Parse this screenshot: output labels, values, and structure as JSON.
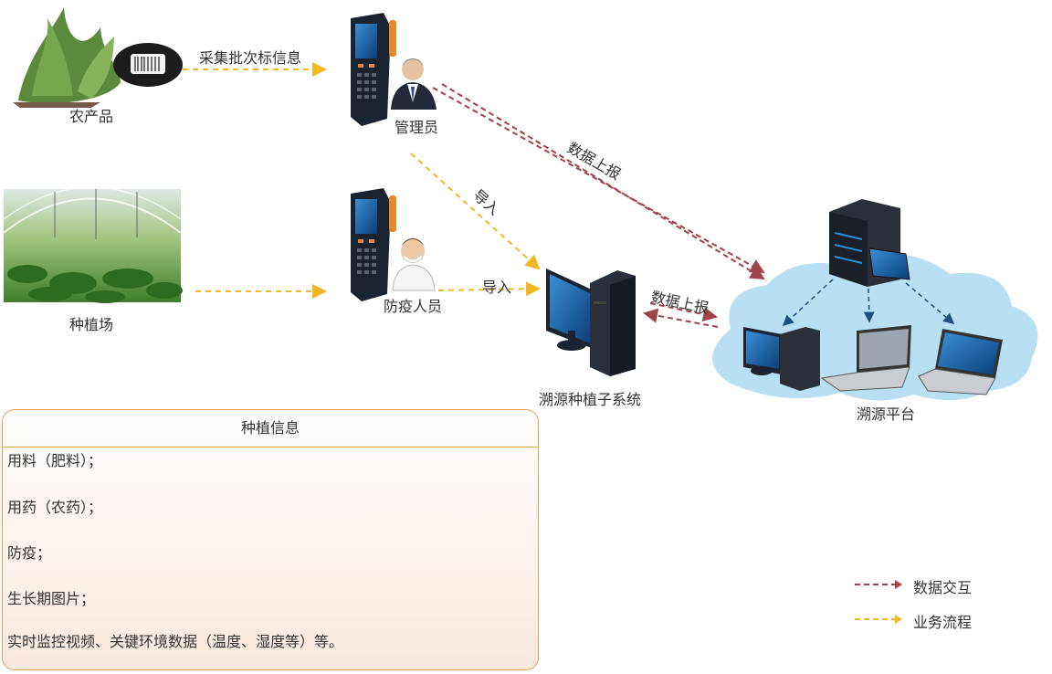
{
  "nodes": {
    "produce": "农产品",
    "manager": "管理员",
    "farm": "种植场",
    "quarantine_staff": "防疫人员",
    "subsystem": "溯源种植子系统",
    "platform": "溯源平台"
  },
  "edges": {
    "collect": "采集批次标信息",
    "import_1": "导入",
    "import_2": "导入",
    "report_1": "数据上报",
    "report_2": "数据上报"
  },
  "info_box": {
    "title": "种植信息",
    "items": [
      "用料（肥料）；",
      "用药（农药）；",
      "防疫；",
      "生长期图片；",
      "实时监控视频、关键环境数据（温度、湿度等）等。"
    ]
  },
  "legend": {
    "data_exchange": "数据交互",
    "business_flow": "业务流程"
  },
  "colors": {
    "data_exchange": "#a0424a",
    "business_flow": "#f2b824",
    "cloud": "#b9dff2",
    "box_border": "#e0a15a"
  }
}
